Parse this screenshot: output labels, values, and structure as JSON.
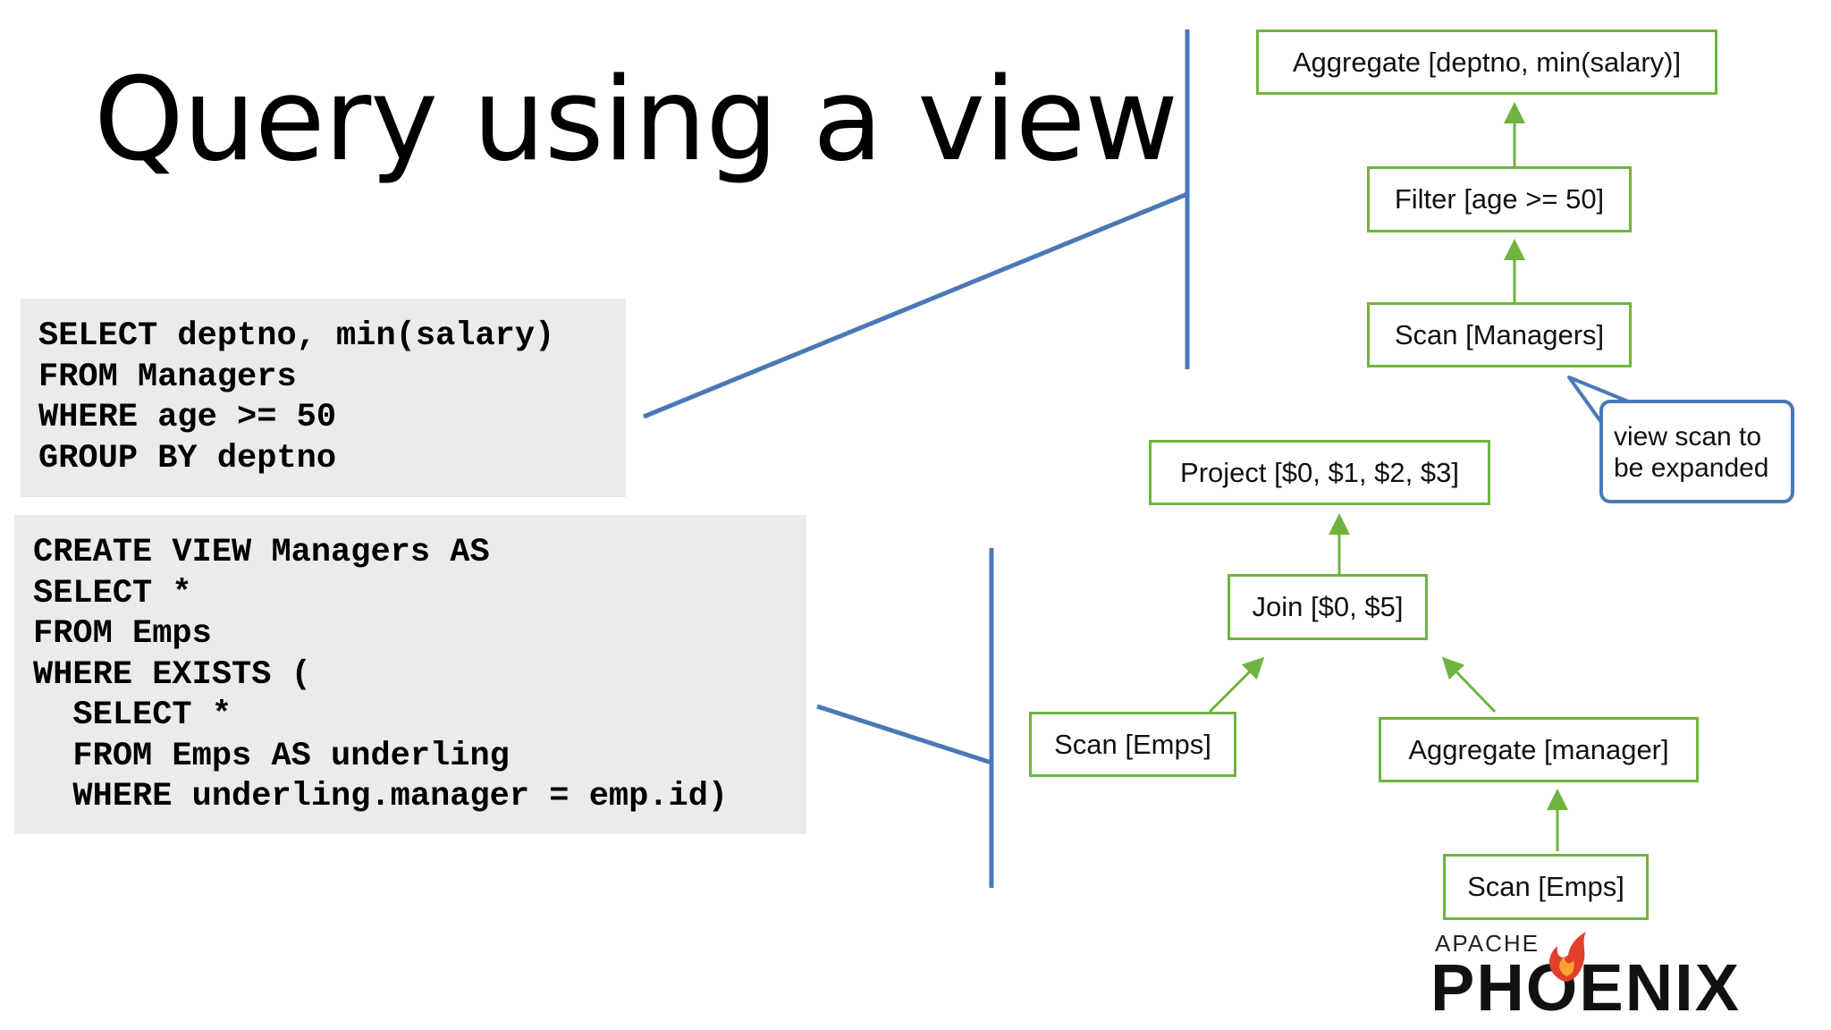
{
  "slide": {
    "title": "Query using a view"
  },
  "query_code": [
    "SELECT deptno, min(salary)",
    "FROM Managers",
    "WHERE age >= 50",
    "GROUP BY deptno"
  ],
  "view_code": [
    "CREATE VIEW Managers AS",
    "SELECT *",
    "FROM Emps",
    "WHERE EXISTS (",
    "  SELECT *",
    "  FROM Emps AS underling",
    "  WHERE underling.manager = emp.id)"
  ],
  "query_plan": {
    "aggregate": "Aggregate [deptno, min(salary)]",
    "filter": "Filter [age >= 50]",
    "scan": "Scan [Managers]"
  },
  "view_plan": {
    "project": "Project [$0, $1, $2, $3]",
    "join": "Join [$0, $5]",
    "scan_left": "Scan [Emps]",
    "aggregate": "Aggregate [manager]",
    "scan_right": "Scan [Emps]"
  },
  "callout": {
    "lines": [
      "view scan to",
      "be expanded"
    ]
  },
  "logo": {
    "small": "APACHE",
    "big": "PHOENIX"
  },
  "colors": {
    "node_border": "#6fb43f",
    "arrow": "#6fb43f",
    "connector": "#4a78b6",
    "code_bg": "#ebebeb",
    "flame": "#e0402a"
  }
}
